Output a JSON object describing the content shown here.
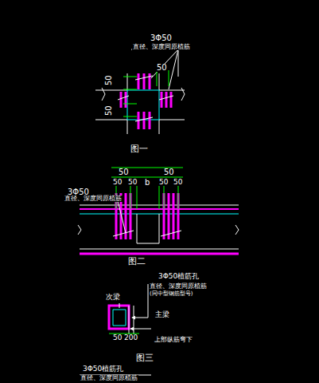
{
  "diagram": {
    "labels": [
      "3Φ50",
      "直径、深度同原植筋",
      "50",
      "50",
      "50",
      "图一",
      "50",
      "50",
      "50",
      "50",
      "b",
      "50",
      "50",
      "3Φ50",
      "直径、深度同原植筋",
      "图二",
      "3Φ50植筋孔",
      "直径、深度同原植筋",
      "(同中型钢筋型号)",
      "次梁",
      "主梁",
      "上部纵筋弯下",
      "50",
      "200",
      "图三",
      "3Φ50植筋孔",
      "直径、深度同原植筋"
    ]
  }
}
